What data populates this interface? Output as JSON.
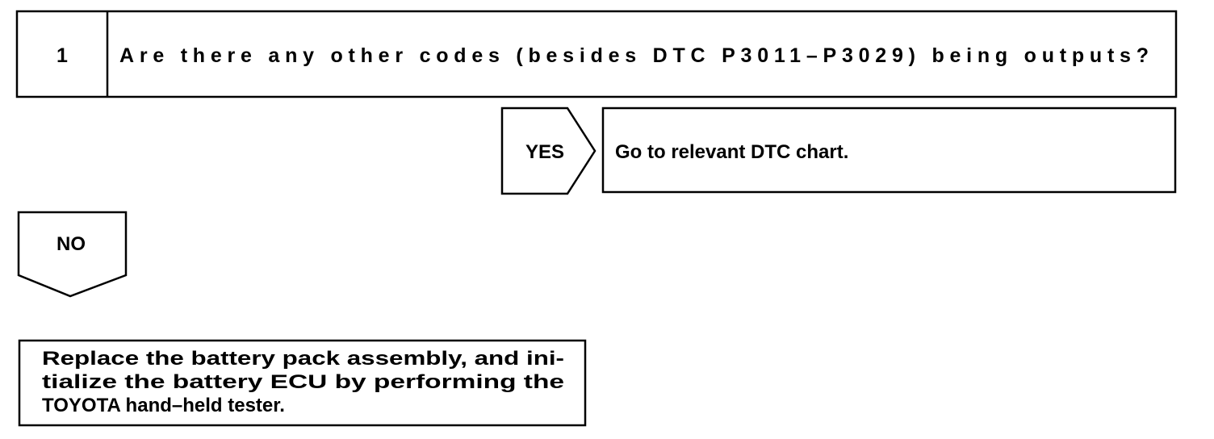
{
  "step": {
    "number": "1",
    "question": "Are there any other codes (besides DTC P3011–P3029) being outputs?"
  },
  "yes_branch": {
    "label": "YES",
    "action": "Go to relevant DTC chart."
  },
  "no_branch": {
    "label": "NO",
    "action_lines": [
      "Replace the battery pack assembly, and ini-",
      "tialize the battery ECU by performing the",
      "TOYOTA hand–held tester."
    ]
  }
}
